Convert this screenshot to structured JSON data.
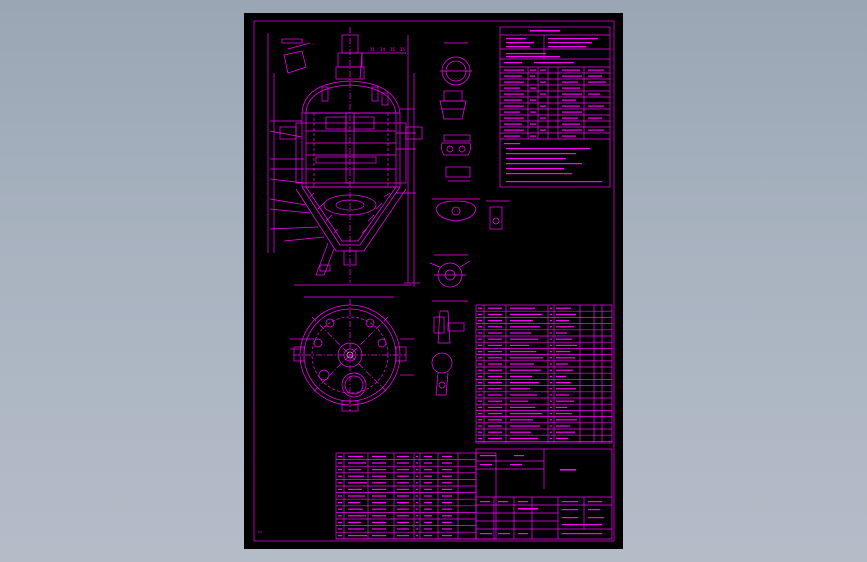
{
  "drawing": {
    "colors": {
      "background": "#a9b3c0",
      "sheet": "#000000",
      "lines": "#ff00ff",
      "accent": "#e8e8e8"
    },
    "sheet_number_mark": "A3",
    "callouts": [
      "11",
      "14",
      "15",
      "15"
    ]
  }
}
